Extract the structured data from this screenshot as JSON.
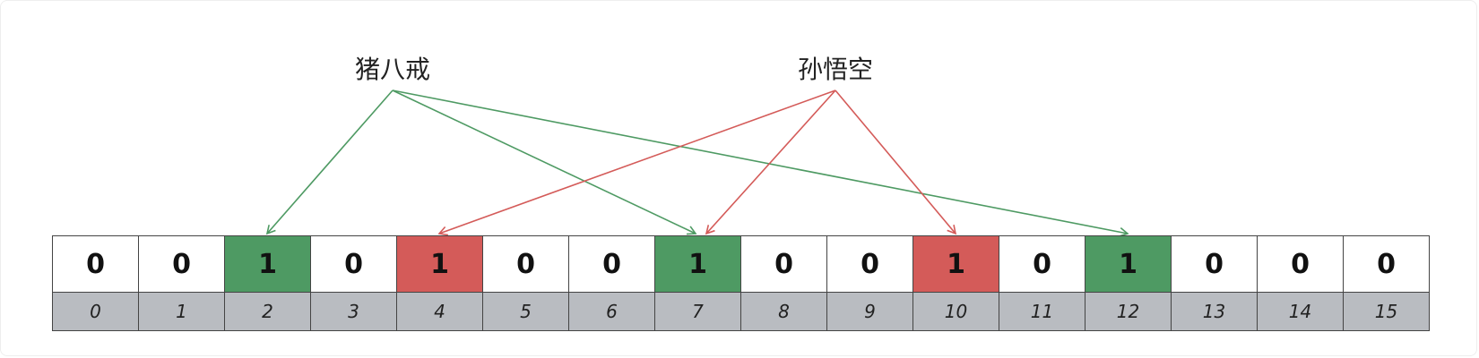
{
  "labels": {
    "a": "猪八戒",
    "b": "孙悟空"
  },
  "colors": {
    "a": "#4e9a63",
    "b": "#d45b59",
    "index_bg": "#b9bcc1"
  },
  "bits": [
    {
      "index": "0",
      "value": "0",
      "set_by": ""
    },
    {
      "index": "1",
      "value": "0",
      "set_by": ""
    },
    {
      "index": "2",
      "value": "1",
      "set_by": "a"
    },
    {
      "index": "3",
      "value": "0",
      "set_by": ""
    },
    {
      "index": "4",
      "value": "1",
      "set_by": "b"
    },
    {
      "index": "5",
      "value": "0",
      "set_by": ""
    },
    {
      "index": "6",
      "value": "0",
      "set_by": ""
    },
    {
      "index": "7",
      "value": "1",
      "set_by": "a"
    },
    {
      "index": "8",
      "value": "0",
      "set_by": ""
    },
    {
      "index": "9",
      "value": "0",
      "set_by": ""
    },
    {
      "index": "10",
      "value": "1",
      "set_by": "b"
    },
    {
      "index": "11",
      "value": "0",
      "set_by": ""
    },
    {
      "index": "12",
      "value": "1",
      "set_by": "a"
    },
    {
      "index": "13",
      "value": "0",
      "set_by": ""
    },
    {
      "index": "14",
      "value": "0",
      "set_by": ""
    },
    {
      "index": "15",
      "value": "0",
      "set_by": ""
    }
  ],
  "mappings": {
    "a": [
      2,
      7,
      12
    ],
    "b": [
      4,
      7,
      10
    ]
  }
}
